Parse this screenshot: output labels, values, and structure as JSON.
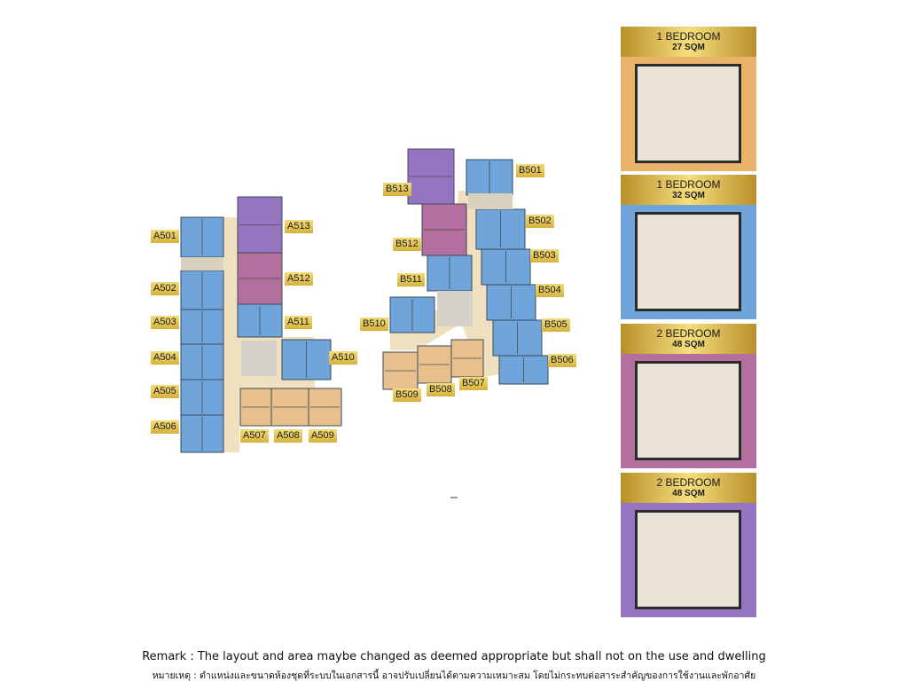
{
  "colors": {
    "one_bed_27": "#e8b46c",
    "one_bed_32": "#6fa5da",
    "two_bed_48_pink": "#b56f9e",
    "two_bed_48_purple": "#9575c2",
    "corridor": "#efe1bf",
    "unit_blue": "#6fa5da",
    "unit_tan": "#e8c08e",
    "unit_pink": "#b56f9e",
    "unit_purple": "#9575c2",
    "label_gold": "#e3c453"
  },
  "building_a": {
    "units": [
      {
        "label": "A501",
        "type": "blue"
      },
      {
        "label": "A502",
        "type": "blue"
      },
      {
        "label": "A503",
        "type": "blue"
      },
      {
        "label": "A504",
        "type": "blue"
      },
      {
        "label": "A505",
        "type": "blue"
      },
      {
        "label": "A506",
        "type": "blue"
      },
      {
        "label": "A507",
        "type": "tan"
      },
      {
        "label": "A508",
        "type": "tan"
      },
      {
        "label": "A509",
        "type": "tan"
      },
      {
        "label": "A510",
        "type": "blue"
      },
      {
        "label": "A511",
        "type": "blue"
      },
      {
        "label": "A512",
        "type": "pink"
      },
      {
        "label": "A513",
        "type": "purple"
      }
    ]
  },
  "building_b": {
    "units": [
      {
        "label": "B501",
        "type": "blue"
      },
      {
        "label": "B502",
        "type": "blue"
      },
      {
        "label": "B503",
        "type": "blue"
      },
      {
        "label": "B504",
        "type": "blue"
      },
      {
        "label": "B505",
        "type": "blue"
      },
      {
        "label": "B506",
        "type": "blue"
      },
      {
        "label": "B507",
        "type": "tan"
      },
      {
        "label": "B508",
        "type": "tan"
      },
      {
        "label": "B509",
        "type": "tan"
      },
      {
        "label": "B510",
        "type": "blue"
      },
      {
        "label": "B511",
        "type": "blue"
      },
      {
        "label": "B512",
        "type": "pink"
      },
      {
        "label": "B513",
        "type": "purple"
      }
    ]
  },
  "legend": [
    {
      "type": "1 BEDROOM",
      "area": "27 SQM",
      "color": "#e8b46c"
    },
    {
      "type": "1 BEDROOM",
      "area": "32 SQM",
      "color": "#6fa5da"
    },
    {
      "type": "2 BEDROOM",
      "area": "48 SQM",
      "color": "#b56f9e"
    },
    {
      "type": "2 BEDROOM",
      "area": "48 SQM",
      "color": "#9575c2"
    }
  ],
  "remark": {
    "en": "Remark : The layout and area maybe changed as deemed appropriate but shall not on the use and dwelling",
    "th": "หมายเหตุ : ตำแหน่งและขนาดห้องชุดที่ระบบในเอกสารนี้ อาจปรับเปลี่ยนได้ตามความเหมาะสม โดยไม่กระทบต่อสาระสำคัญของการใช้งานและพักอาศัย"
  }
}
